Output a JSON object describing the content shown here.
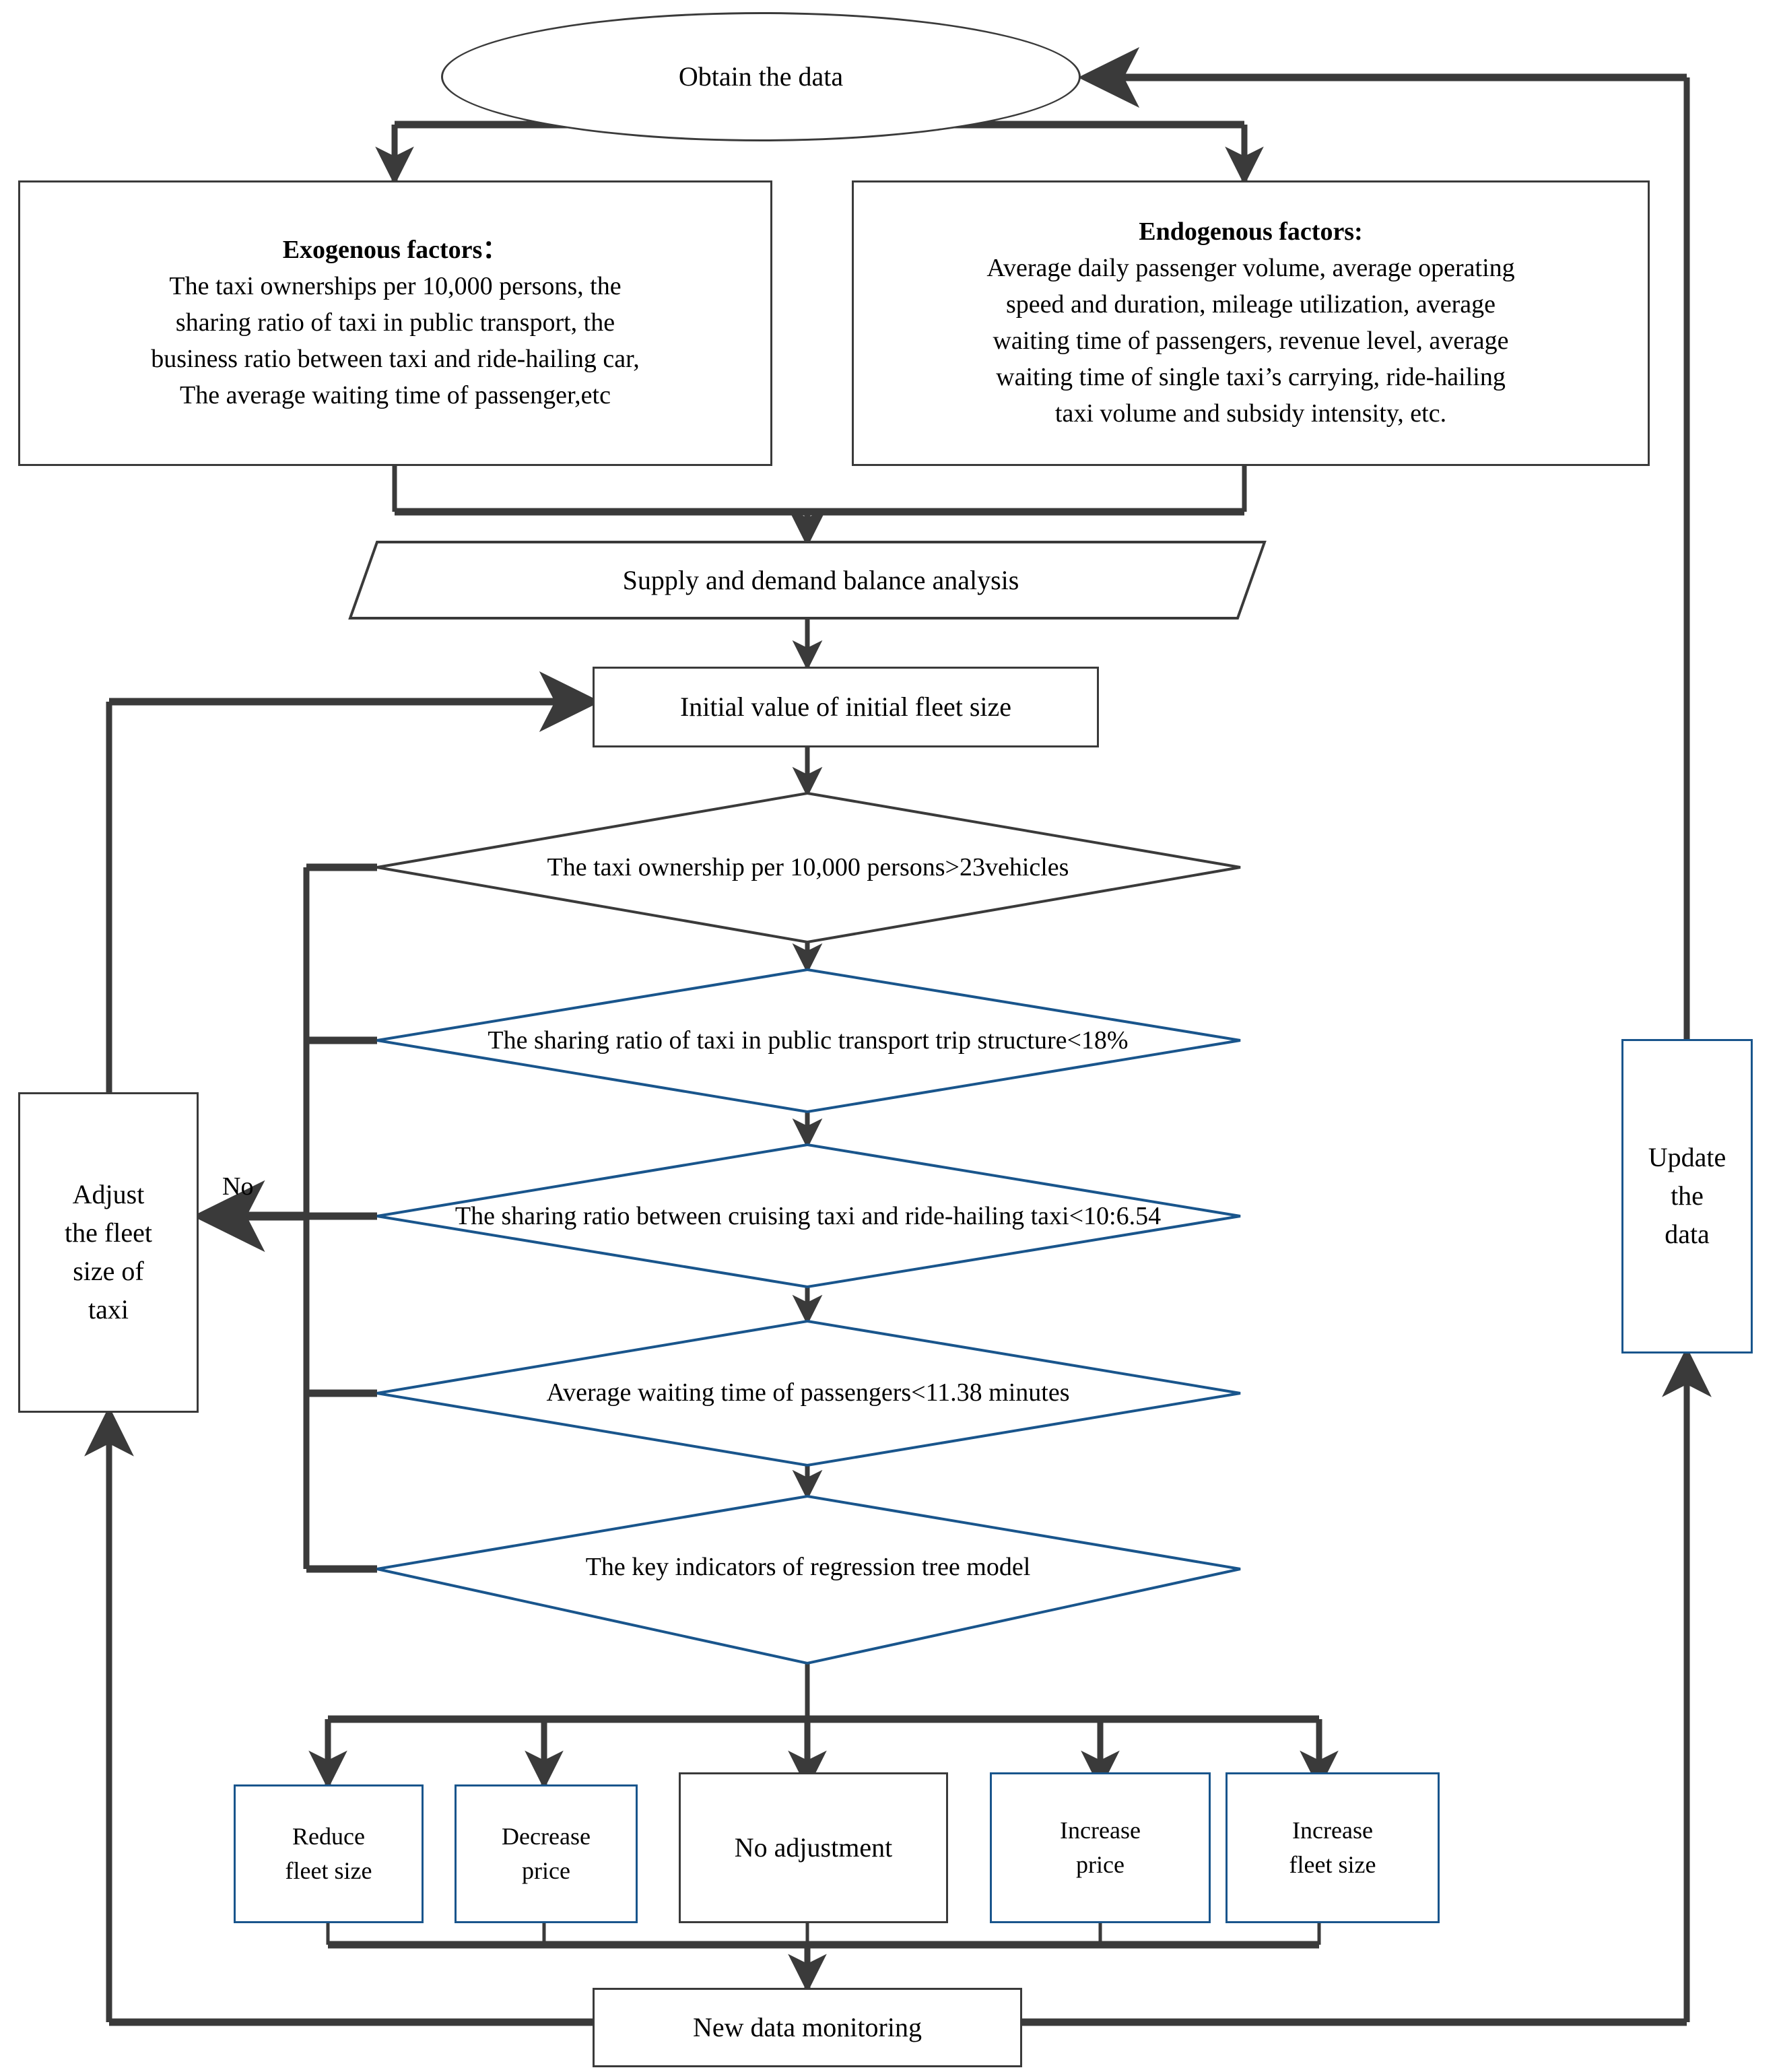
{
  "diagram": {
    "type": "flowchart",
    "title": "Taxi fleet size adjustment decision flowchart",
    "colors": {
      "line_dark": "#3a3a3a",
      "line_blue": "#19558C",
      "background": "#ffffff",
      "text": "#000000"
    }
  },
  "nodes": {
    "start": {
      "label": "Obtain the data",
      "shape": "ellipse",
      "border": "dark"
    },
    "exogenous": {
      "heading": "Exogenous factors：",
      "body": "The taxi ownerships per 10,000 persons, the\nsharing ratio of taxi in public transport, the\nbusiness ratio between taxi and ride-hailing car,\nThe average waiting time of passenger,etc",
      "shape": "rect",
      "border": "dark"
    },
    "endogenous": {
      "heading": "Endogenous factors:",
      "body": "Average daily passenger volume, average operating\nspeed and duration, mileage utilization, average\nwaiting time of passengers, revenue level, average\nwaiting time of single taxi’s carrying,  ride-hailing\ntaxi volume and subsidy intensity, etc.",
      "shape": "rect",
      "border": "dark"
    },
    "balance": {
      "label": "Supply and demand balance analysis",
      "shape": "parallelogram",
      "border": "dark"
    },
    "initial_fleet": {
      "label": "Initial value of initial fleet size",
      "shape": "rect",
      "border": "dark"
    },
    "adjust_fleet": {
      "label": "Adjust\nthe fleet\nsize of\ntaxi",
      "shape": "rect",
      "border": "dark"
    },
    "update_data": {
      "label": "Update\nthe\ndata",
      "shape": "rect",
      "border": "blue"
    },
    "new_monitoring": {
      "label": "New data monitoring",
      "shape": "rect",
      "border": "dark"
    }
  },
  "decisions": [
    {
      "id": "d1",
      "label": "The taxi ownership per 10,000\npersons>23vehicles",
      "border": "dark"
    },
    {
      "id": "d2",
      "label": "The sharing ratio of taxi in public transport\ntrip structure<18%",
      "border": "blue"
    },
    {
      "id": "d3",
      "label": "The sharing ratio between cruising taxi and\nride-hailing taxi<10:6.54",
      "border": "blue"
    },
    {
      "id": "d4",
      "label": "Average waiting time of passengers<11.38\nminutes",
      "border": "blue"
    },
    {
      "id": "d5",
      "label": "The key indicators  of regression tree model",
      "border": "blue"
    }
  ],
  "actions": [
    {
      "id": "a1",
      "label": "Reduce\nfleet size",
      "border": "blue"
    },
    {
      "id": "a2",
      "label": "Decrease\nprice",
      "border": "blue"
    },
    {
      "id": "a3",
      "label": "No adjustment",
      "border": "dark"
    },
    {
      "id": "a4",
      "label": "Increase\nprice",
      "border": "blue"
    },
    {
      "id": "a5",
      "label": "Increase\nfleet size",
      "border": "blue"
    }
  ],
  "edge_labels": [
    {
      "id": "no",
      "text": "No"
    }
  ]
}
